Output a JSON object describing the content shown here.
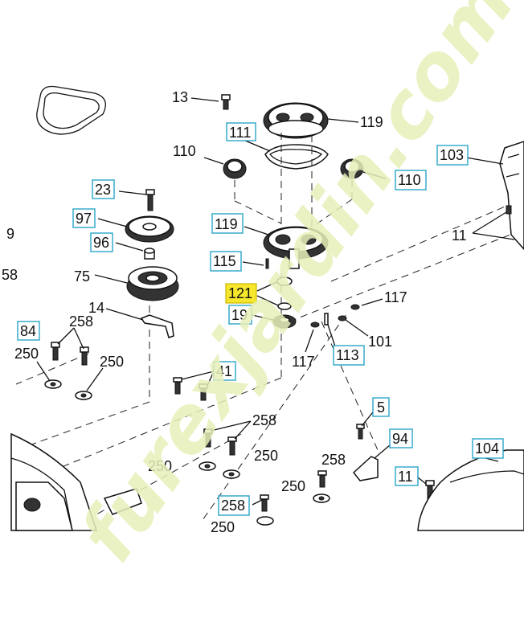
{
  "labels": [
    {
      "id": "13",
      "text": "13",
      "boxed": false
    },
    {
      "id": "119a",
      "text": "119",
      "boxed": false
    },
    {
      "id": "111",
      "text": "111",
      "boxed": true
    },
    {
      "id": "110a",
      "text": "110",
      "boxed": false
    },
    {
      "id": "110b",
      "text": "110",
      "boxed": true
    },
    {
      "id": "103",
      "text": "103",
      "boxed": true
    },
    {
      "id": "23",
      "text": "23",
      "boxed": true
    },
    {
      "id": "97",
      "text": "97",
      "boxed": true
    },
    {
      "id": "96",
      "text": "96",
      "boxed": true
    },
    {
      "id": "75",
      "text": "75",
      "boxed": false
    },
    {
      "id": "119b",
      "text": "119",
      "boxed": true
    },
    {
      "id": "115",
      "text": "115",
      "boxed": true
    },
    {
      "id": "11a",
      "text": "11",
      "boxed": false
    },
    {
      "id": "9",
      "text": "9",
      "boxed": false
    },
    {
      "id": "58",
      "text": "58",
      "boxed": false
    },
    {
      "id": "121",
      "text": "121",
      "boxed": true,
      "highlight": true
    },
    {
      "id": "117a",
      "text": "117",
      "boxed": false
    },
    {
      "id": "19",
      "text": "19",
      "boxed": true
    },
    {
      "id": "14",
      "text": "14",
      "boxed": false
    },
    {
      "id": "84",
      "text": "84",
      "boxed": true
    },
    {
      "id": "258a",
      "text": "258",
      "boxed": false
    },
    {
      "id": "101",
      "text": "101",
      "boxed": false
    },
    {
      "id": "117b",
      "text": "117",
      "boxed": false
    },
    {
      "id": "113",
      "text": "113",
      "boxed": true
    },
    {
      "id": "250a",
      "text": "250",
      "boxed": false
    },
    {
      "id": "250b",
      "text": "250",
      "boxed": false
    },
    {
      "id": "41",
      "text": "41",
      "boxed": true
    },
    {
      "id": "5",
      "text": "5",
      "boxed": true
    },
    {
      "id": "258b",
      "text": "258",
      "boxed": false
    },
    {
      "id": "94",
      "text": "94",
      "boxed": true
    },
    {
      "id": "104",
      "text": "104",
      "boxed": true
    },
    {
      "id": "250c",
      "text": "250",
      "boxed": false
    },
    {
      "id": "250d",
      "text": "250",
      "boxed": false
    },
    {
      "id": "258c",
      "text": "258",
      "boxed": false
    },
    {
      "id": "11b",
      "text": "11",
      "boxed": true
    },
    {
      "id": "250e",
      "text": "250",
      "boxed": false
    },
    {
      "id": "258d",
      "text": "258",
      "boxed": true
    },
    {
      "id": "250f",
      "text": "250",
      "boxed": false
    }
  ],
  "watermark": "furexjardin.com",
  "colors": {
    "box_border": "#2aa6c7",
    "highlight": "#f6e62c",
    "watermark": "#e7f0b9",
    "ink": "#111111"
  }
}
